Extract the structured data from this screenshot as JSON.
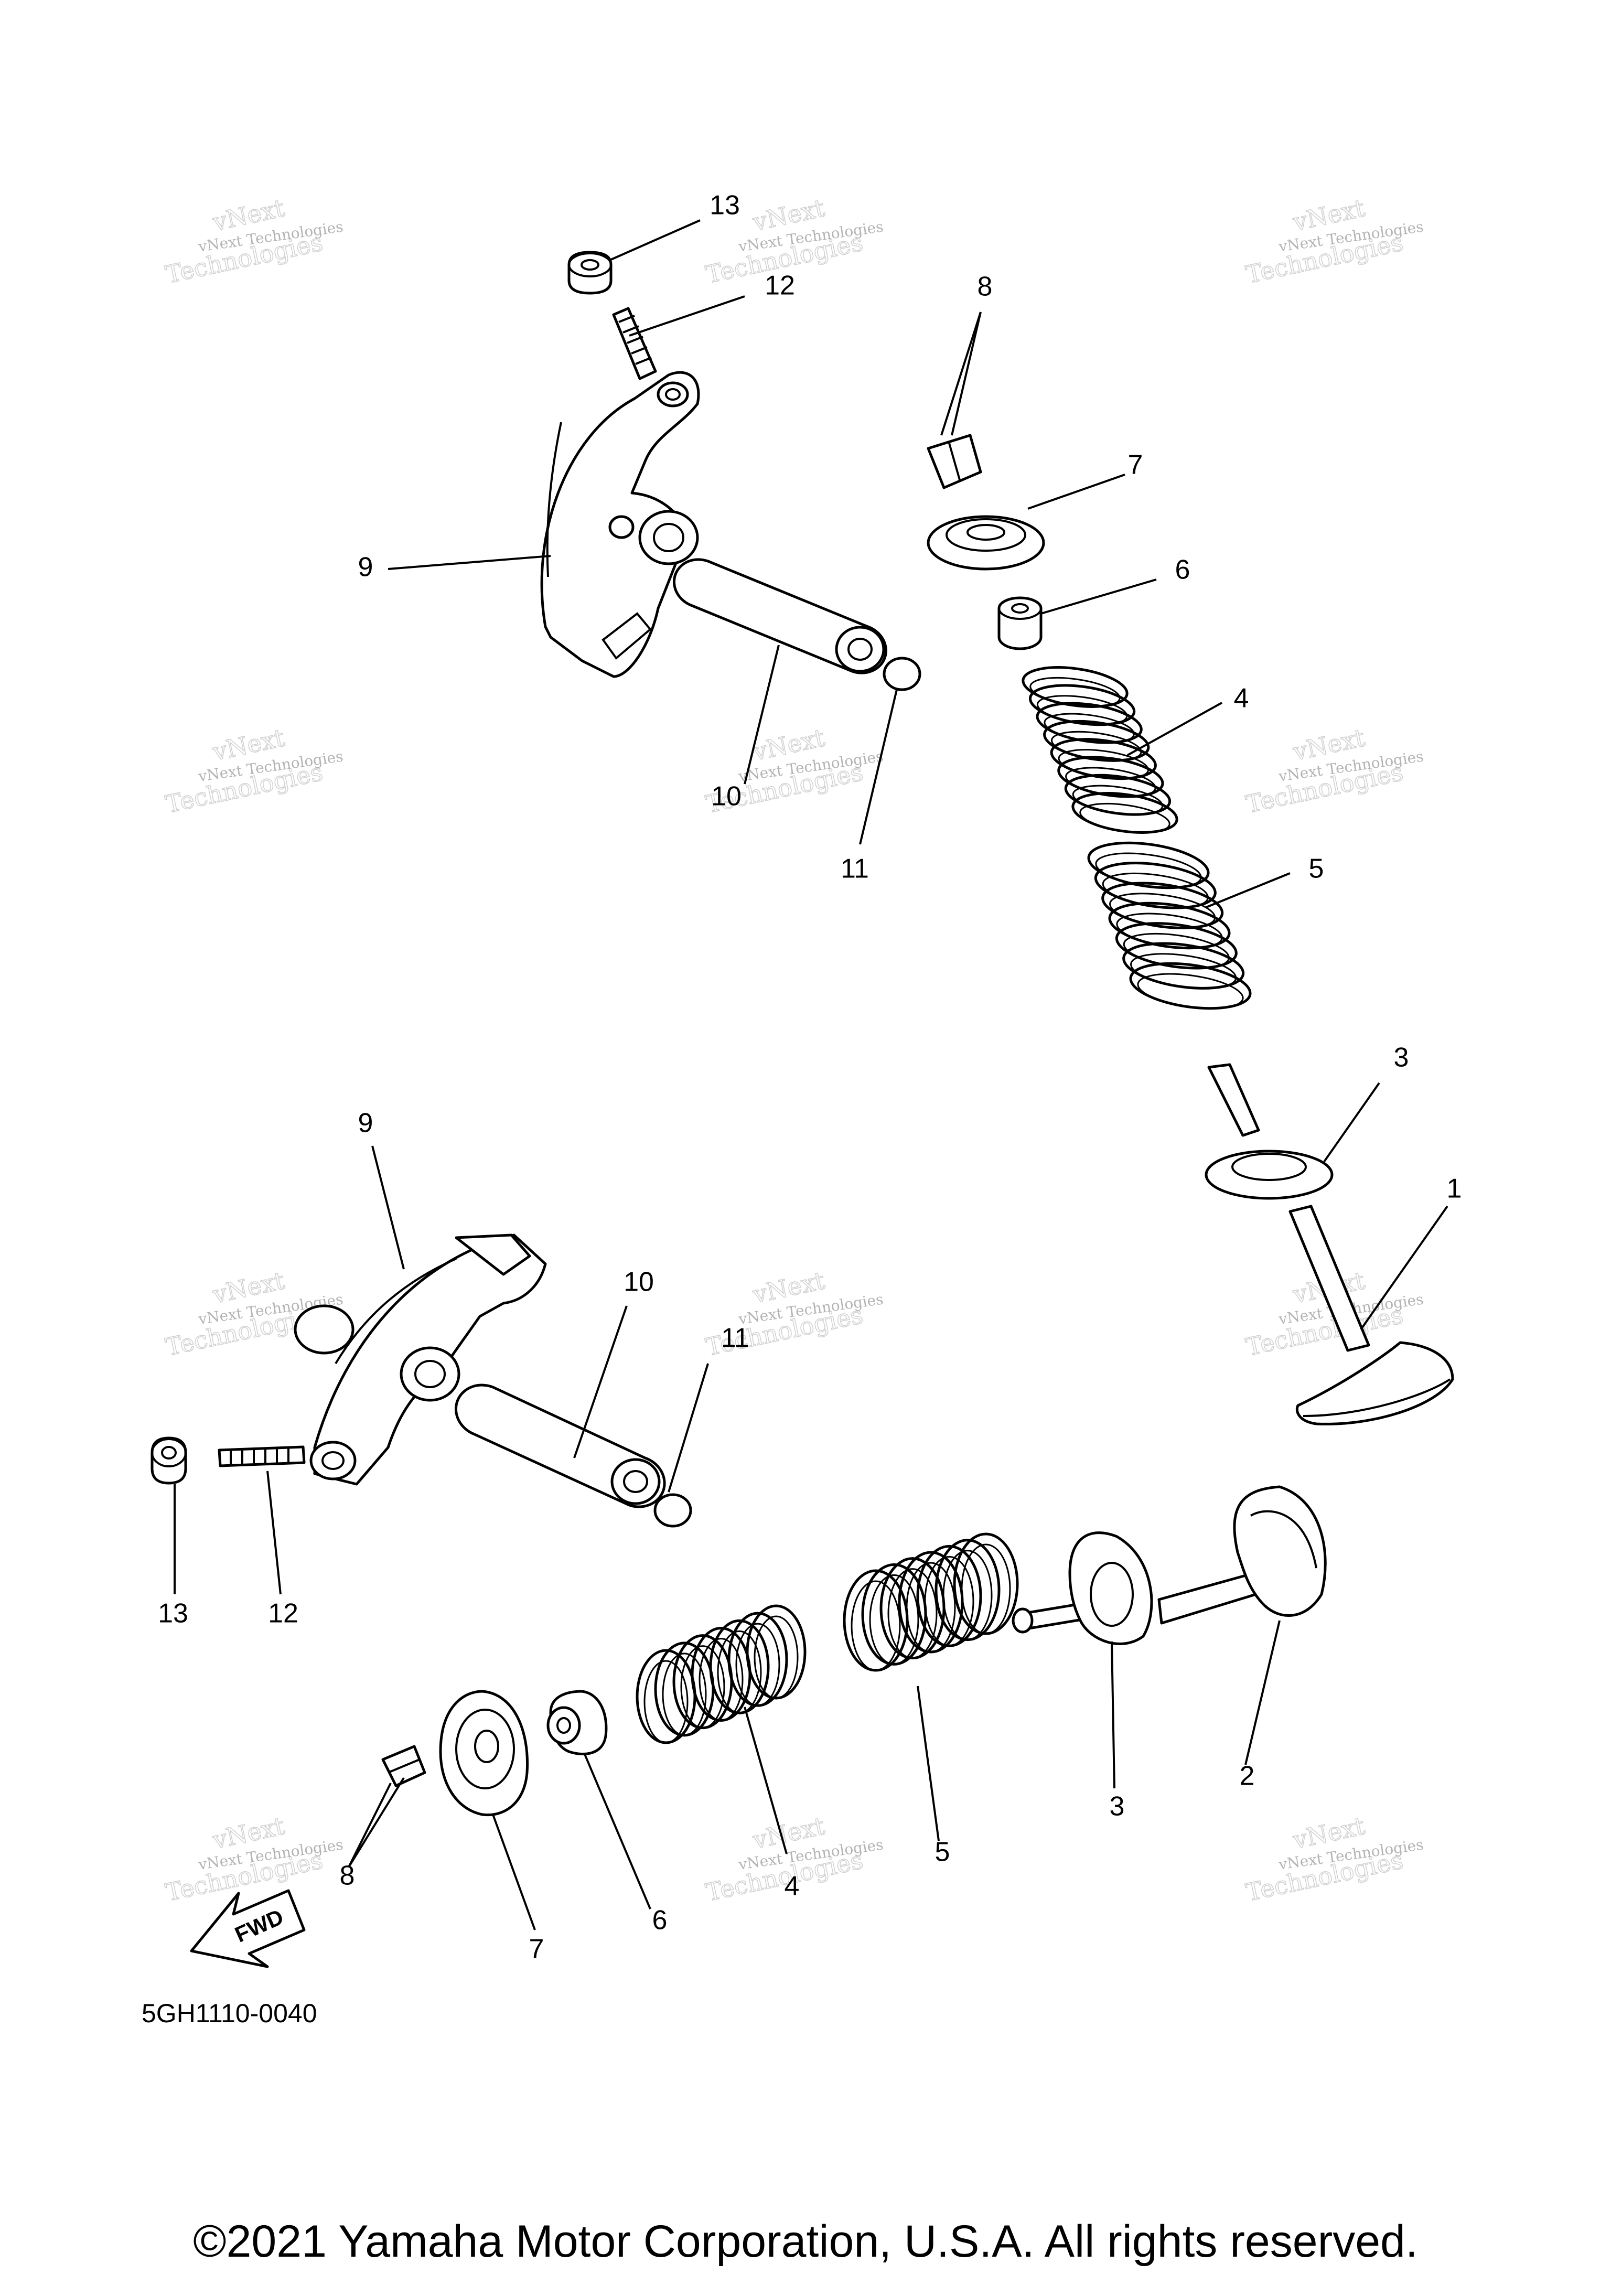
{
  "diagram": {
    "code": "5GH1110-0040",
    "fwd_label": "FWD",
    "copyright": "©2021 Yamaha Motor Corporation, U.S.A. All rights reserved."
  },
  "watermark": {
    "line1": "vNext Technologies",
    "line2": "vNext",
    "line3": "Technologies"
  },
  "callouts": {
    "upper": [
      "13",
      "12",
      "8",
      "7",
      "9",
      "6",
      "4",
      "10",
      "11",
      "5",
      "3",
      "1"
    ],
    "lower": [
      "9",
      "10",
      "11",
      "13",
      "12",
      "2",
      "3",
      "5",
      "6",
      "4",
      "8",
      "7"
    ]
  }
}
